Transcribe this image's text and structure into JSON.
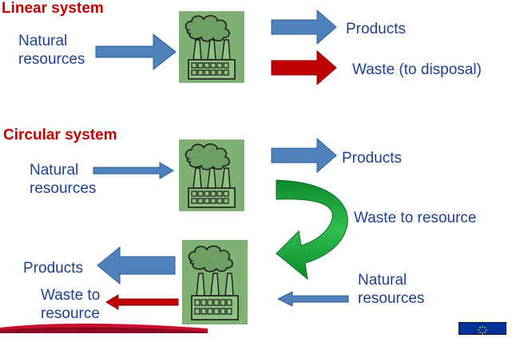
{
  "linear": {
    "heading": "Linear system",
    "input_label_line1": "Natural",
    "input_label_line2": "resources",
    "output_products": "Products",
    "output_waste": "Waste (to disposal)"
  },
  "circular": {
    "heading": "Circular system",
    "top_input_line1": "Natural",
    "top_input_line2": "resources",
    "top_output_products": "Products",
    "loop_label": "Waste to resource",
    "bottom_output_products": "Products",
    "bottom_waste_line1": "Waste to",
    "bottom_waste_line2": "resource",
    "bottom_input_line1": "Natural",
    "bottom_input_line2": "resources"
  },
  "icons": {
    "factory": "factory-icon",
    "flag": "eu-flag-icon"
  },
  "colors": {
    "heading": "#c00000",
    "text": "#1f3f8f",
    "arrow_blue": "#4f81bd",
    "arrow_red": "#c00000",
    "arrow_green": "#1aa33a",
    "factory_bg": "#7fb074"
  }
}
